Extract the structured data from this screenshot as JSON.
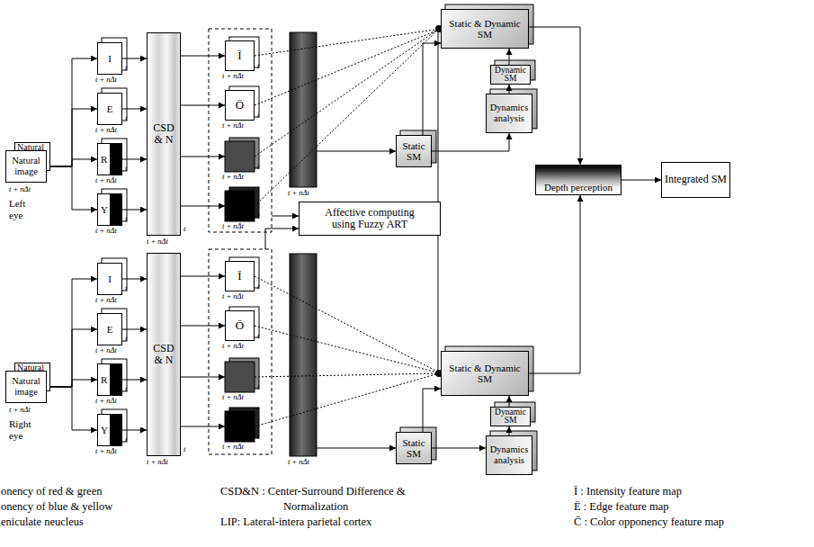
{
  "diagram": {
    "nodes": [
      {
        "text": [
          "Natural"
        ]
      },
      {
        "text": [
          "Natural image"
        ]
      },
      {
        "text": [
          "I"
        ]
      },
      {
        "text": [
          "E"
        ]
      },
      {
        "text": [
          "R"
        ]
      },
      {
        "text": [
          "Y"
        ]
      },
      {
        "text": [
          "CSD & N"
        ]
      },
      {
        "text": [
          "Ī"
        ]
      },
      {
        "text": [
          "Ō"
        ]
      },
      {
        "text": [
          "Static & Dynamic SM"
        ]
      },
      {
        "text": [
          "Dynamic SM"
        ]
      },
      {
        "text": [
          "Static SM"
        ]
      },
      {
        "text": [
          "Dynamics analysis"
        ]
      },
      {
        "text": [
          "Affective computing using Fuzzy ART"
        ]
      },
      {
        "text": [
          "Depth perception"
        ]
      },
      {
        "text": [
          "Integrated SM"
        ]
      },
      {
        "text": [
          "Natural"
        ]
      },
      {
        "text": [
          "Natural image"
        ]
      },
      {
        "text": [
          "I"
        ]
      },
      {
        "text": [
          "E"
        ]
      },
      {
        "text": [
          "R"
        ]
      },
      {
        "text": [
          "Y"
        ]
      },
      {
        "text": [
          "CSD & N"
        ]
      },
      {
        "text": [
          "Ī"
        ]
      },
      {
        "text": [
          "Ō"
        ]
      },
      {
        "text": [
          "Static & Dynamic SM"
        ]
      },
      {
        "text": [
          "Dynamic SM"
        ]
      },
      {
        "text": [
          "Static SM"
        ]
      },
      {
        "text": [
          "Dynamics analysis"
        ]
      }
    ],
    "edges": [
      {
        "from": 1,
        "to": 2,
        "arrow": "to"
      },
      {
        "from": 1,
        "to": 3,
        "arrow": "to"
      },
      {
        "from": 1,
        "to": 4,
        "arrow": "to"
      },
      {
        "from": 1,
        "to": 5,
        "arrow": "to"
      },
      {
        "from": 2,
        "to": 6,
        "arrow": "to"
      },
      {
        "from": 3,
        "to": 6,
        "arrow": "to"
      },
      {
        "from": 4,
        "to": 6,
        "arrow": "to"
      },
      {
        "from": 5,
        "to": 6,
        "arrow": "to"
      },
      {
        "from": 6,
        "to": 7,
        "arrow": "to"
      },
      {
        "from": 6,
        "to": 8,
        "arrow": "to"
      },
      {
        "from": 7,
        "to": 9,
        "arrow": "none"
      },
      {
        "from": 8,
        "to": 9,
        "arrow": "none"
      },
      {
        "from": 11,
        "to": 12,
        "arrow": "to"
      },
      {
        "from": 12,
        "to": 10,
        "arrow": "to"
      },
      {
        "from": 10,
        "to": 9,
        "arrow": "to"
      },
      {
        "from": 11,
        "to": 9,
        "arrow": "to"
      },
      {
        "from": 13,
        "to": 9,
        "arrow": "none"
      },
      {
        "from": 9,
        "to": 14,
        "arrow": "to"
      },
      {
        "from": 14,
        "to": 15,
        "arrow": "to"
      },
      {
        "from": 17,
        "to": 18,
        "arrow": "to"
      },
      {
        "from": 17,
        "to": 19,
        "arrow": "to"
      },
      {
        "from": 17,
        "to": 20,
        "arrow": "to"
      },
      {
        "from": 17,
        "to": 21,
        "arrow": "to"
      },
      {
        "from": 18,
        "to": 22,
        "arrow": "to"
      },
      {
        "from": 19,
        "to": 22,
        "arrow": "to"
      },
      {
        "from": 20,
        "to": 22,
        "arrow": "to"
      },
      {
        "from": 21,
        "to": 22,
        "arrow": "to"
      },
      {
        "from": 22,
        "to": 23,
        "arrow": "to"
      },
      {
        "from": 22,
        "to": 24,
        "arrow": "to"
      },
      {
        "from": 23,
        "to": 25,
        "arrow": "none"
      },
      {
        "from": 24,
        "to": 25,
        "arrow": "none"
      },
      {
        "from": 27,
        "to": 28,
        "arrow": "to"
      },
      {
        "from": 28,
        "to": 26,
        "arrow": "to"
      },
      {
        "from": 26,
        "to": 25,
        "arrow": "to"
      },
      {
        "from": 27,
        "to": 25,
        "arrow": "to"
      },
      {
        "from": 13,
        "to": 25,
        "arrow": "none"
      },
      {
        "from": 25,
        "to": 14,
        "arrow": "to"
      }
    ],
    "labels": [
      "t + nΔt",
      "t",
      "t + nΔt",
      "t",
      "t + nΔt",
      "t",
      "t + nΔt",
      "t",
      "t + nΔt",
      "t",
      "t + nΔt",
      "t",
      "t + nΔt",
      "t",
      "t + nΔt",
      "t",
      "t + nΔt",
      "t",
      "t + nΔt",
      "t + nΔt",
      "Left eye",
      "t + nΔt",
      "t",
      "t + nΔt",
      "t",
      "t + nΔt",
      "t",
      "t + nΔt",
      "t",
      "t + nΔt",
      "t",
      "t + nΔt",
      "t",
      "t + nΔt",
      "t",
      "t + nΔt",
      "t",
      "t + nΔt",
      "t",
      "t + nΔt",
      "t + nΔt",
      "Right eye",
      "onency of red & green",
      "onency of blue & yellow",
      "eniculate neucleus",
      "CSD&N : Center-Surround Difference & Normalization",
      "LIP: Lateral-intera parietal cortex",
      "Ī : Intensity feature map",
      "Ē : Edge feature map",
      "C̄ : Color opponency feature map"
    ]
  }
}
